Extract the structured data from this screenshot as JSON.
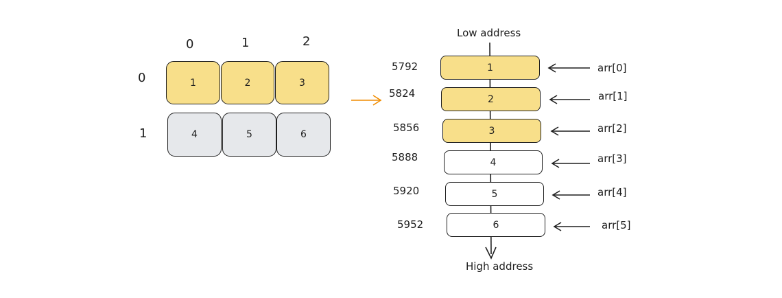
{
  "matrix": {
    "col_headers": [
      "0",
      "1",
      "2"
    ],
    "row_headers": [
      "0",
      "1"
    ],
    "rows": [
      [
        "1",
        "2",
        "3"
      ],
      [
        "4",
        "5",
        "6"
      ]
    ],
    "colors": {
      "row0": "#f8df8a",
      "row1": "#e6e8eb"
    }
  },
  "memory": {
    "top_label": "Low address",
    "bottom_label": "High address",
    "cells": [
      {
        "address": "5792",
        "value": "1",
        "name": "arr[0]",
        "highlight": true
      },
      {
        "address": "5824",
        "value": "2",
        "name": "arr[1]",
        "highlight": true
      },
      {
        "address": "5856",
        "value": "3",
        "name": "arr[2]",
        "highlight": true
      },
      {
        "address": "5888",
        "value": "4",
        "name": "arr[3]",
        "highlight": false
      },
      {
        "address": "5920",
        "value": "5",
        "name": "arr[4]",
        "highlight": false
      },
      {
        "address": "5952",
        "value": "6",
        "name": "arr[5]",
        "highlight": false
      }
    ],
    "highlight_color": "#f8df8a"
  },
  "arrow_color": "#f08c00"
}
